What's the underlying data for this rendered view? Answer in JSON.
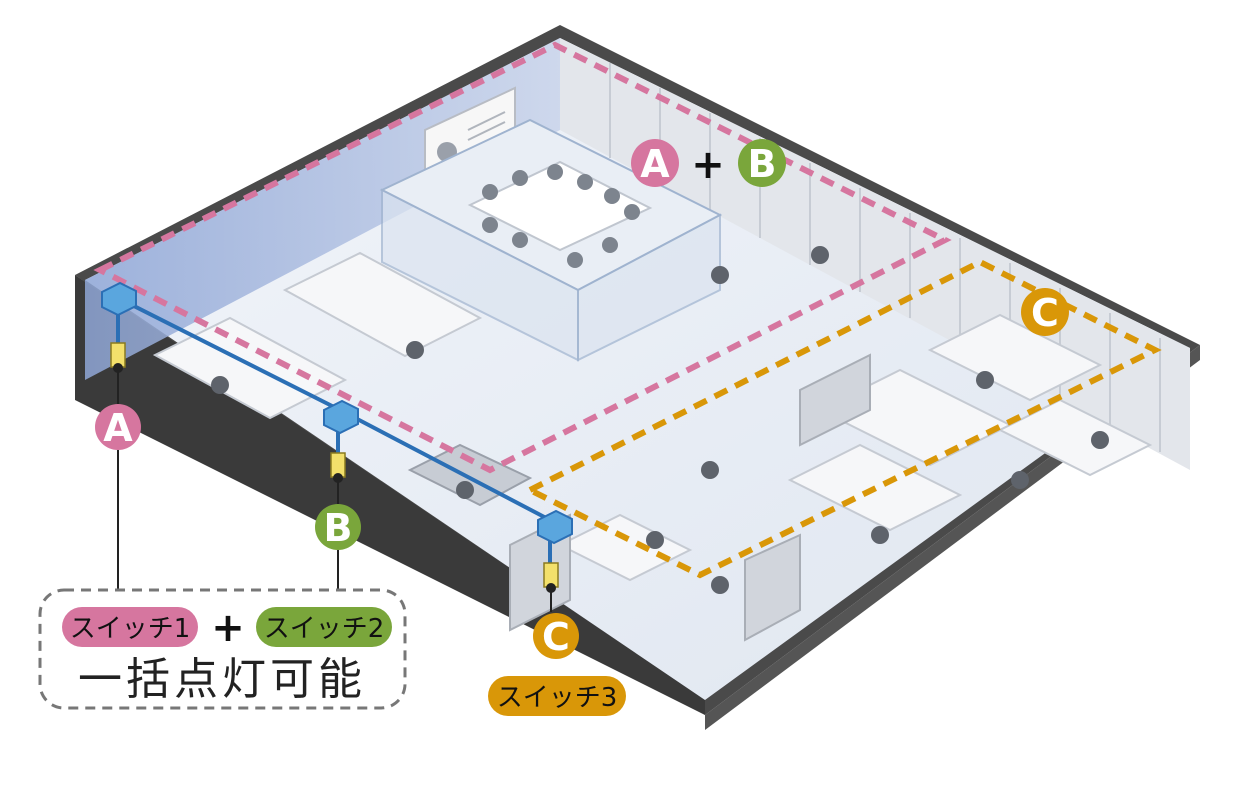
{
  "colors": {
    "zone_a": "#d6769f",
    "zone_b": "#7aa63b",
    "zone_c": "#d99708",
    "wire": "#2b6fb5",
    "floor": "#e8eef6",
    "wall": "#d4d8de"
  },
  "zones": {
    "a": {
      "letter": "A"
    },
    "b": {
      "letter": "B"
    },
    "c": {
      "letter": "C"
    }
  },
  "switches": [
    {
      "label": "スイッチ1"
    },
    {
      "label": "スイッチ2"
    },
    {
      "label": "スイッチ3"
    }
  ],
  "combo": {
    "plus": "+",
    "caption": "一括点灯可能"
  },
  "floor_labels": {
    "ab_plus": "+"
  }
}
